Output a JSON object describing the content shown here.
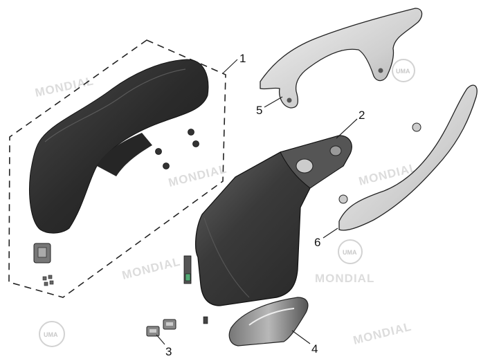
{
  "watermark": {
    "brand": "MONDIAL",
    "logo_text": "UMA"
  },
  "callouts": [
    {
      "number": "1",
      "part": "seat"
    },
    {
      "number": "2",
      "part": "storage-box"
    },
    {
      "number": "3",
      "part": "clips"
    },
    {
      "number": "4",
      "part": "storage-tray"
    },
    {
      "number": "5",
      "part": "grab-rail-left"
    },
    {
      "number": "6",
      "part": "grab-rail-right"
    }
  ],
  "colors": {
    "line": "#222222",
    "seat": "#2a2a2a",
    "box": "#333333",
    "rail": "#d9d9d9",
    "watermark": "#dcdcdc"
  }
}
